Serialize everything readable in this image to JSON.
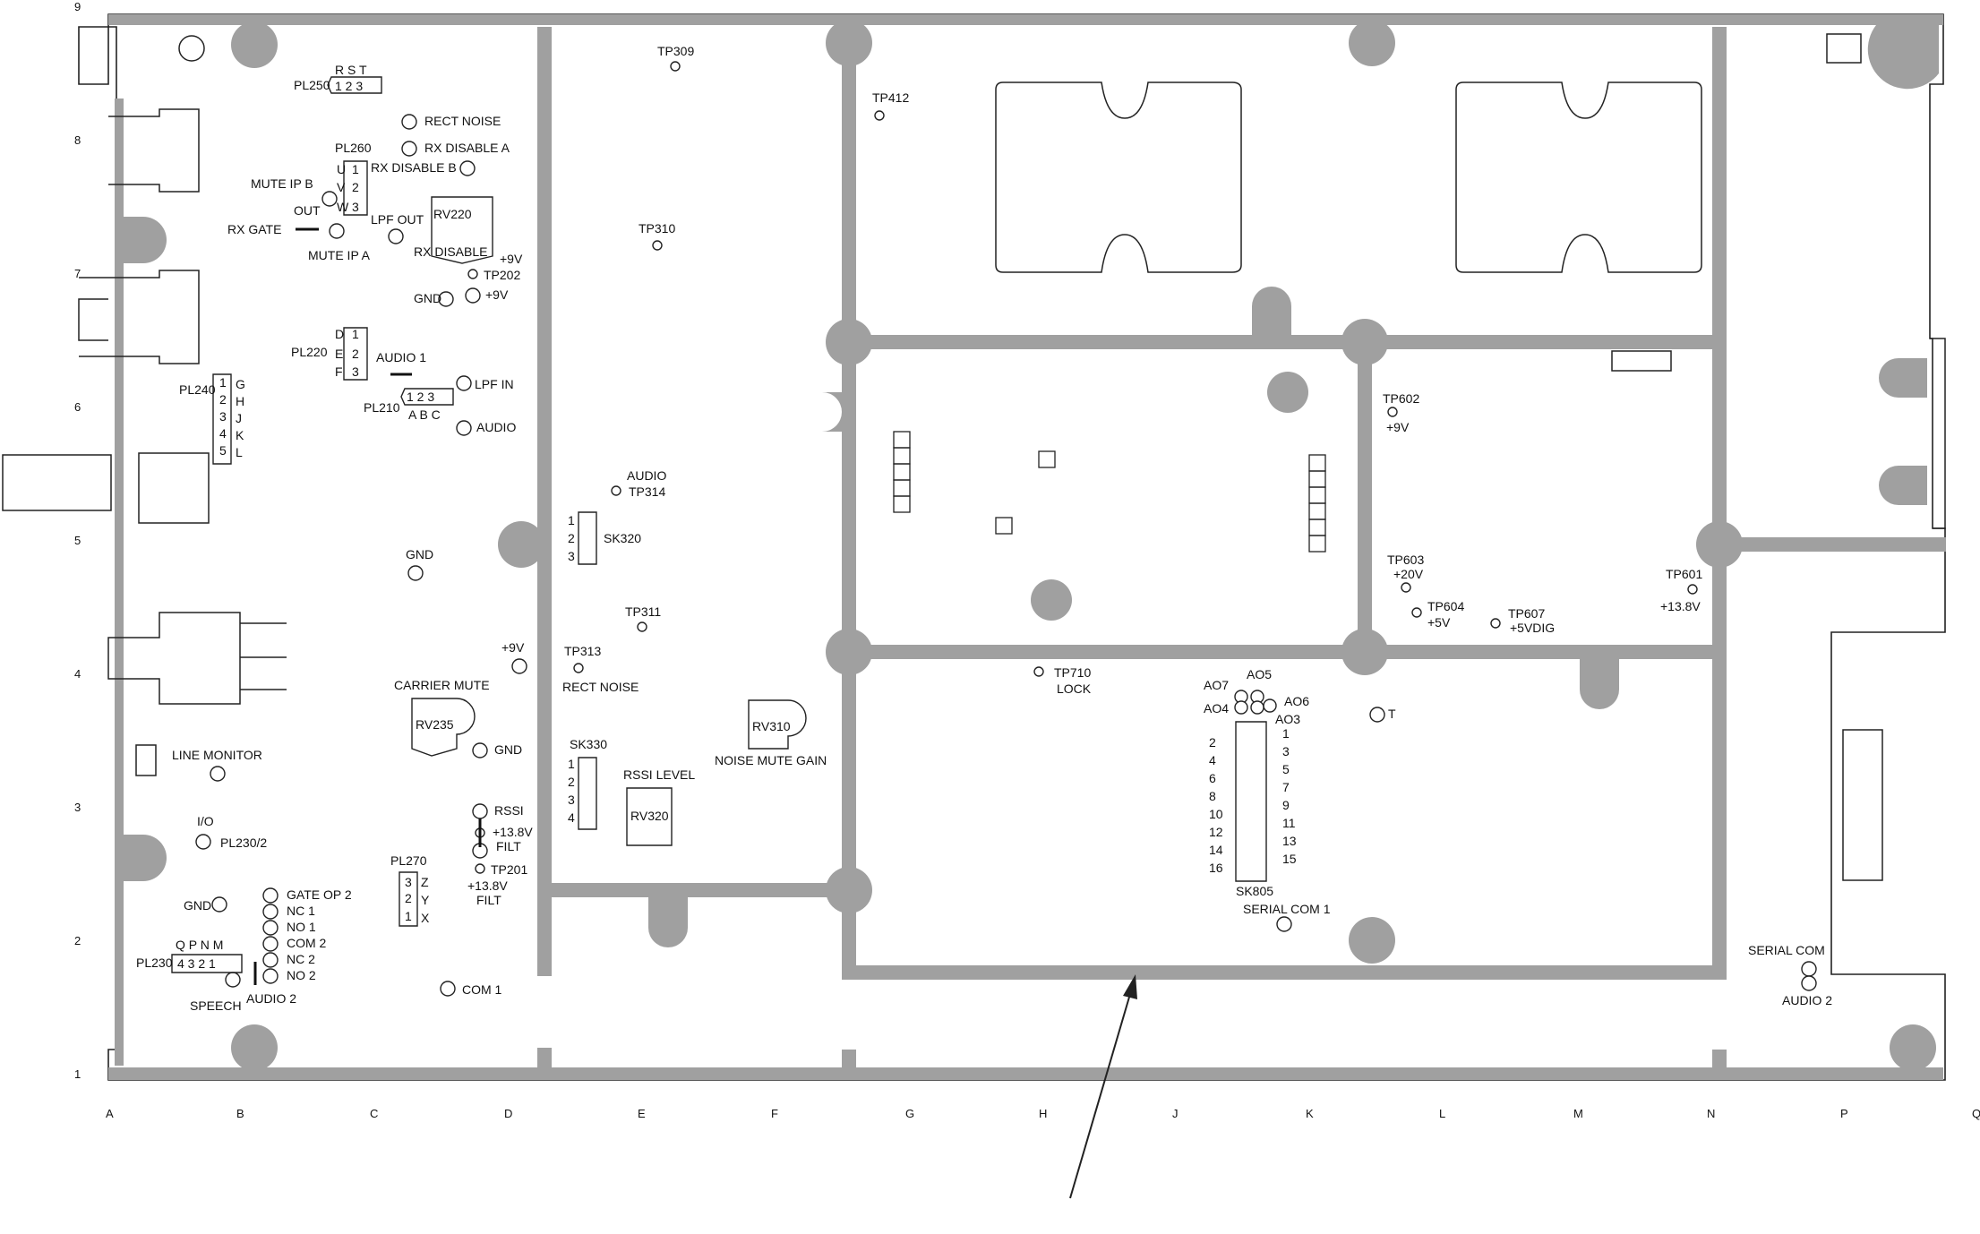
{
  "grid": {
    "columns": [
      "A",
      "B",
      "C",
      "D",
      "E",
      "F",
      "G",
      "H",
      "J",
      "K",
      "L",
      "M",
      "N",
      "P",
      "Q"
    ],
    "rows": [
      "9",
      "8",
      "7",
      "6",
      "5",
      "4",
      "3",
      "2",
      "1"
    ]
  },
  "labels": [
    {
      "id": "pl250",
      "text": "PL250"
    },
    {
      "id": "pl250-rst",
      "text": "R  S  T"
    },
    {
      "id": "pl250-pins",
      "text": "1  2  3"
    },
    {
      "id": "rect-noise-1",
      "text": "RECT  NOISE"
    },
    {
      "id": "pl260",
      "text": "PL260"
    },
    {
      "id": "rx-disable-a",
      "text": "RX  DISABLE  A"
    },
    {
      "id": "rx-disable-b",
      "text": "RX  DISABLE  B"
    },
    {
      "id": "mute-ip-b",
      "text": "MUTE  IP  B"
    },
    {
      "id": "uvw-u",
      "text": "U"
    },
    {
      "id": "uvw-v",
      "text": "V"
    },
    {
      "id": "uvw-w",
      "text": "W"
    },
    {
      "id": "pl260-1",
      "text": "1"
    },
    {
      "id": "pl260-2",
      "text": "2"
    },
    {
      "id": "pl260-3",
      "text": "3"
    },
    {
      "id": "out",
      "text": "OUT"
    },
    {
      "id": "rx-gate",
      "text": "RX GATE"
    },
    {
      "id": "mute-ip-a",
      "text": "MUTE  IP  A"
    },
    {
      "id": "lpf-out",
      "text": "LPF  OUT"
    },
    {
      "id": "rv220",
      "text": "RV220"
    },
    {
      "id": "rx-disable",
      "text": "RX  DISABLE"
    },
    {
      "id": "plus9v-1",
      "text": "+9V"
    },
    {
      "id": "tp202",
      "text": "TP202"
    },
    {
      "id": "gnd-1",
      "text": "GND"
    },
    {
      "id": "plus9v-2",
      "text": "+9V"
    },
    {
      "id": "pl220",
      "text": "PL220"
    },
    {
      "id": "def-d",
      "text": "D"
    },
    {
      "id": "def-e",
      "text": "E"
    },
    {
      "id": "def-f",
      "text": "F"
    },
    {
      "id": "pl220-1",
      "text": "1"
    },
    {
      "id": "pl220-2",
      "text": "2"
    },
    {
      "id": "pl220-3",
      "text": "3"
    },
    {
      "id": "audio-1",
      "text": "AUDIO  1"
    },
    {
      "id": "lpf-in",
      "text": "LPF  IN"
    },
    {
      "id": "pl210",
      "text": "PL210"
    },
    {
      "id": "pl210-pins",
      "text": "1   2   3"
    },
    {
      "id": "pl210-abc",
      "text": "A   B   C"
    },
    {
      "id": "audio-d",
      "text": "AUDIO"
    },
    {
      "id": "pl240",
      "text": "PL240"
    },
    {
      "id": "pl240-nums",
      "text": "1\n2\n3\n4\n5"
    },
    {
      "id": "pl240-g",
      "text": "G"
    },
    {
      "id": "pl240-h",
      "text": "H"
    },
    {
      "id": "pl240-j",
      "text": "J"
    },
    {
      "id": "pl240-k",
      "text": "K"
    },
    {
      "id": "pl240-l",
      "text": "L"
    },
    {
      "id": "gnd-2",
      "text": "GND"
    },
    {
      "id": "plus9v-3",
      "text": "+9V"
    },
    {
      "id": "carrier-mute",
      "text": "CARRIER  MUTE"
    },
    {
      "id": "rv235",
      "text": "RV235"
    },
    {
      "id": "gnd-3",
      "text": "GND"
    },
    {
      "id": "line-monitor",
      "text": "LINE  MONITOR"
    },
    {
      "id": "io",
      "text": "I/O"
    },
    {
      "id": "pl230-2",
      "text": "PL230/2"
    },
    {
      "id": "rssi",
      "text": "RSSI"
    },
    {
      "id": "plus13-8v",
      "text": "+13.8V"
    },
    {
      "id": "filt-1",
      "text": "FILT"
    },
    {
      "id": "tp201",
      "text": "TP201"
    },
    {
      "id": "plus13-8v-2",
      "text": "+13.8V"
    },
    {
      "id": "filt-2",
      "text": "FILT"
    },
    {
      "id": "pl270",
      "text": "PL270"
    },
    {
      "id": "pl270-3",
      "text": "3"
    },
    {
      "id": "pl270-2",
      "text": "2"
    },
    {
      "id": "pl270-1",
      "text": "1"
    },
    {
      "id": "pl270-z",
      "text": "Z"
    },
    {
      "id": "pl270-y",
      "text": "Y"
    },
    {
      "id": "pl270-x",
      "text": "X"
    },
    {
      "id": "gnd-4",
      "text": "GND"
    },
    {
      "id": "gate-op-2",
      "text": "GATE  OP  2"
    },
    {
      "id": "nc-1",
      "text": "NC  1"
    },
    {
      "id": "no-1",
      "text": "NO  1"
    },
    {
      "id": "com-2",
      "text": "COM 2"
    },
    {
      "id": "nc-2",
      "text": "NC  2"
    },
    {
      "id": "no-2",
      "text": "NO  2"
    },
    {
      "id": "qpnm",
      "text": "Q   P   N   M"
    },
    {
      "id": "pl230",
      "text": "PL230"
    },
    {
      "id": "pl230-pins",
      "text": "4   3   2   1"
    },
    {
      "id": "speech",
      "text": "SPEECH"
    },
    {
      "id": "audio-2",
      "text": "AUDIO  2"
    },
    {
      "id": "com-1",
      "text": "COM 1"
    },
    {
      "id": "tp309",
      "text": "TP309"
    },
    {
      "id": "tp310",
      "text": "TP310"
    },
    {
      "id": "audio-e",
      "text": "AUDIO"
    },
    {
      "id": "tp314",
      "text": "TP314"
    },
    {
      "id": "sk320",
      "text": "SK320"
    },
    {
      "id": "sk320-1",
      "text": "1"
    },
    {
      "id": "sk320-2",
      "text": "2"
    },
    {
      "id": "sk320-3",
      "text": "3"
    },
    {
      "id": "tp311",
      "text": "TP311"
    },
    {
      "id": "tp313",
      "text": "TP313"
    },
    {
      "id": "rect-noise-2",
      "text": "RECT  NOISE"
    },
    {
      "id": "sk330",
      "text": "SK330"
    },
    {
      "id": "sk330-1",
      "text": "1"
    },
    {
      "id": "sk330-2",
      "text": "2"
    },
    {
      "id": "sk330-3",
      "text": "3"
    },
    {
      "id": "sk330-4",
      "text": "4"
    },
    {
      "id": "rssi-level",
      "text": "RSSI  LEVEL"
    },
    {
      "id": "rv320",
      "text": "RV320"
    },
    {
      "id": "rv310",
      "text": "RV310"
    },
    {
      "id": "noise-mute-gain",
      "text": "NOISE  MUTE  GAIN"
    },
    {
      "id": "tp412",
      "text": "TP412"
    },
    {
      "id": "tp602",
      "text": "TP602"
    },
    {
      "id": "plus9v-4",
      "text": "+9V"
    },
    {
      "id": "tp603",
      "text": "TP603"
    },
    {
      "id": "plus20v",
      "text": "+20V"
    },
    {
      "id": "tp604",
      "text": "TP604"
    },
    {
      "id": "plus5v",
      "text": "+5V"
    },
    {
      "id": "tp607",
      "text": "TP607"
    },
    {
      "id": "plus5vdig",
      "text": "+5VDIG"
    },
    {
      "id": "tp601",
      "text": "TP601"
    },
    {
      "id": "plus13-8v-3",
      "text": "+13.8V"
    },
    {
      "id": "tp710",
      "text": "TP710"
    },
    {
      "id": "lock",
      "text": "LOCK"
    },
    {
      "id": "ao7",
      "text": "AO7"
    },
    {
      "id": "ao5",
      "text": "AO5"
    },
    {
      "id": "ao6",
      "text": "AO6"
    },
    {
      "id": "ao4",
      "text": "AO4"
    },
    {
      "id": "ao3",
      "text": "AO3"
    },
    {
      "id": "tp-t",
      "text": "T"
    },
    {
      "id": "sk805-even",
      "text": "2\n4\n6\n8\n10\n12\n14\n16"
    },
    {
      "id": "sk805-odd",
      "text": "1\n3\n5\n7\n9\n11\n13\n15"
    },
    {
      "id": "sk805",
      "text": "SK805"
    },
    {
      "id": "serial-com-1",
      "text": "SERIAL  COM  1"
    },
    {
      "id": "serial-com",
      "text": "SERIAL  COM"
    },
    {
      "id": "audio-2-p",
      "text": "AUDIO  2"
    }
  ]
}
